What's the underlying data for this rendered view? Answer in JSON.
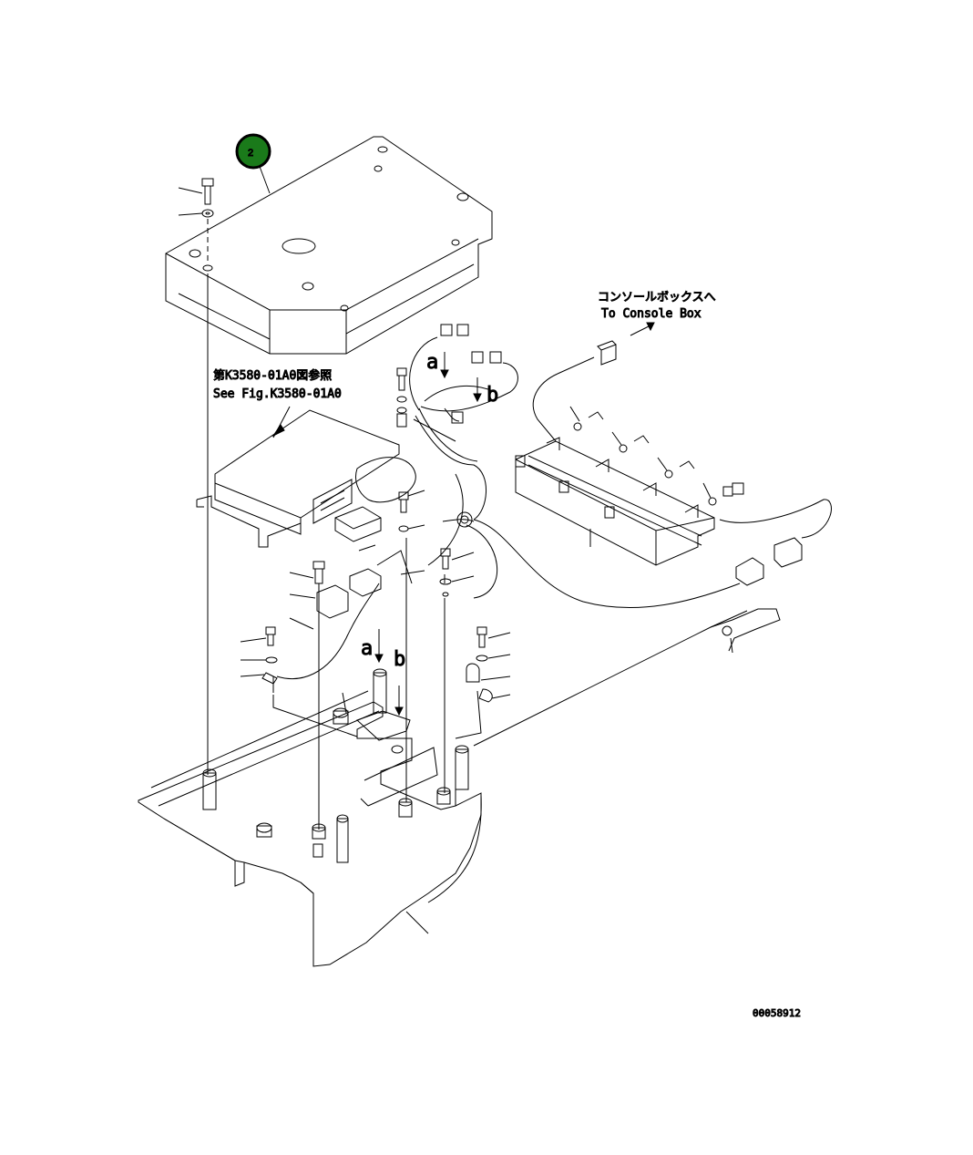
{
  "callout": {
    "number": "2",
    "color": "#1a7a1a"
  },
  "labels": {
    "console_jp": "コンソールボックスへ",
    "console_en": "To Console Box",
    "fig_ref_jp": "第K3580-01A0図参照",
    "fig_ref_en": "See Fig.K3580-01A0",
    "marker_a": "a",
    "marker_b": "b",
    "drawing_number": "00058912"
  }
}
